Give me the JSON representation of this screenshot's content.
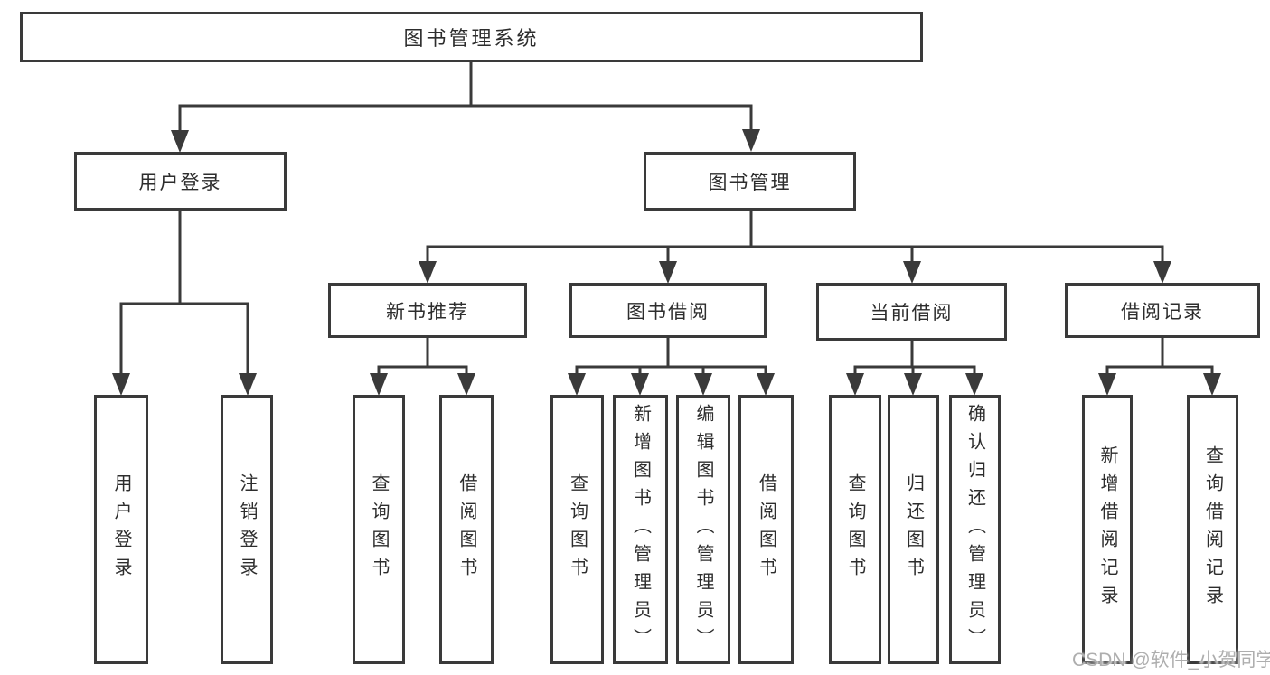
{
  "diagram_title": "图书管理系统",
  "nodes": {
    "root": {
      "label": "图书管理系统"
    },
    "level2": {
      "user_login": {
        "label": "用户登录"
      },
      "book_management": {
        "label": "图书管理"
      }
    },
    "level3": {
      "new_book_recommend": {
        "label": "新书推荐",
        "parent": "图书管理"
      },
      "book_borrow": {
        "label": "图书借阅",
        "parent": "图书管理"
      },
      "current_borrow": {
        "label": "当前借阅",
        "parent": "图书管理"
      },
      "borrow_records": {
        "label": "借阅记录",
        "parent": "图书管理"
      }
    },
    "leaves": [
      {
        "label": "用户登录",
        "parent": "用户登录"
      },
      {
        "label": "注销登录",
        "parent": "用户登录"
      },
      {
        "label": "查询图书",
        "parent": "新书推荐"
      },
      {
        "label": "借阅图书",
        "parent": "新书推荐"
      },
      {
        "label": "查询图书",
        "parent": "图书借阅"
      },
      {
        "label": "新增图书（管理员）",
        "parent": "图书借阅"
      },
      {
        "label": "编辑图书（管理员）",
        "parent": "图书借阅"
      },
      {
        "label": "借阅图书",
        "parent": "图书借阅"
      },
      {
        "label": "查询图书",
        "parent": "当前借阅"
      },
      {
        "label": "归还图书",
        "parent": "当前借阅"
      },
      {
        "label": "确认归还（管理员）",
        "parent": "当前借阅"
      },
      {
        "label": "新增借阅记录",
        "parent": "借阅记录"
      },
      {
        "label": "查询借阅记录",
        "parent": "借阅记录"
      }
    ]
  },
  "watermark": {
    "text": "CSDN @软件_小贺同学"
  },
  "colors": {
    "line": "#3a3a3a",
    "text": "#2d2d2d",
    "box_background": "#ffffff",
    "page_background": "#ffffff",
    "watermark": "#aeaeae"
  }
}
